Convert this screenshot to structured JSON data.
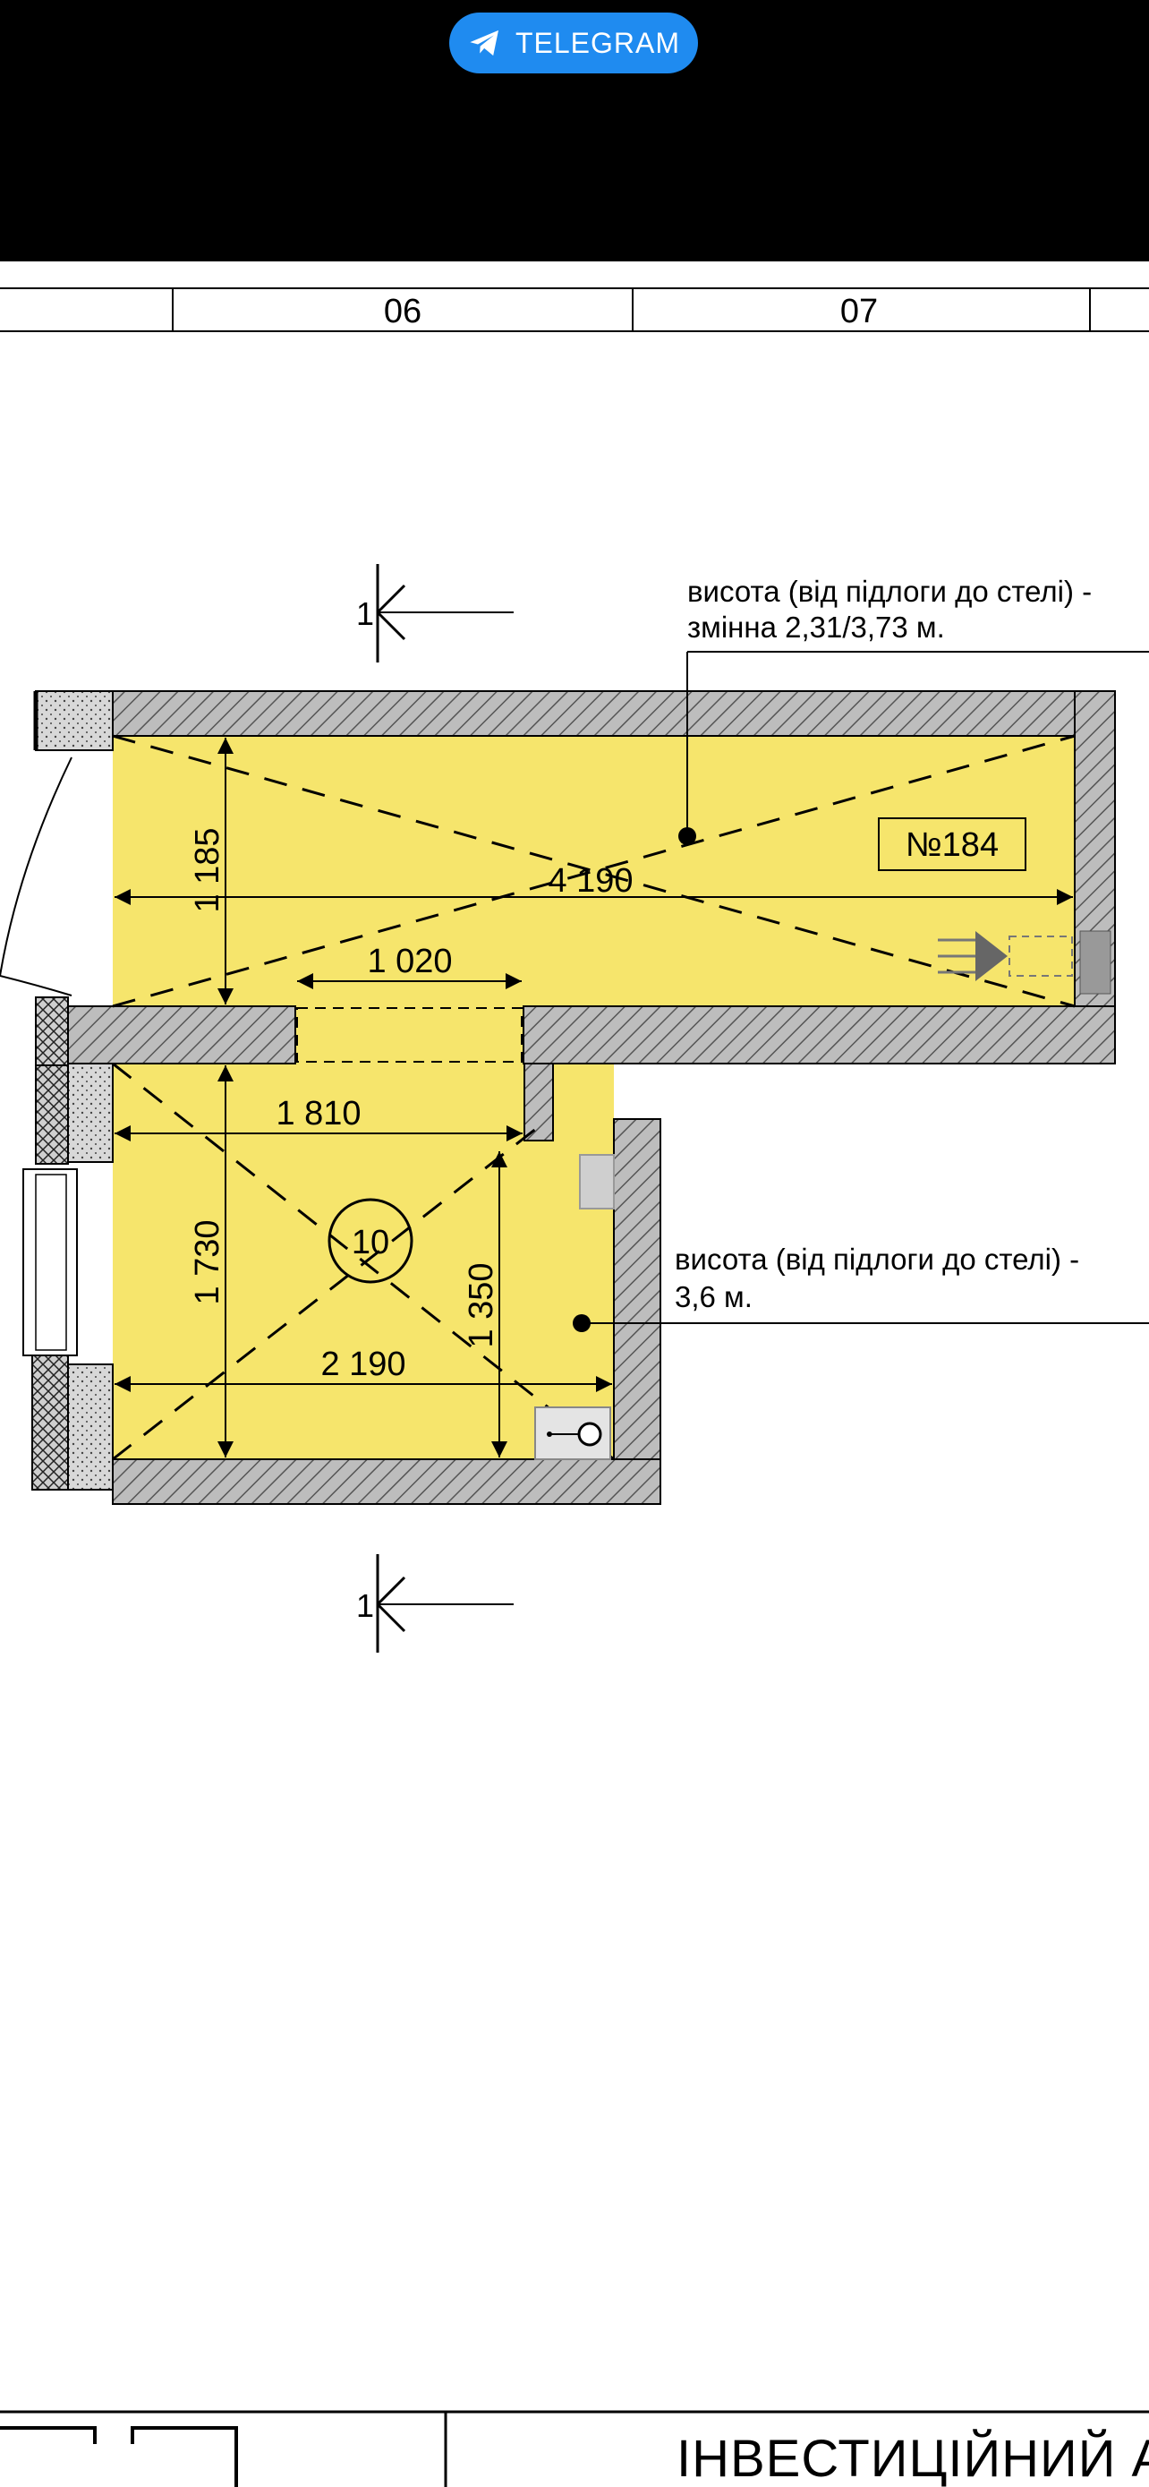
{
  "header": {
    "telegram_label": "TELEGRAM",
    "telegram_icon": "paper-plane-icon",
    "accent": "#1f8bf0",
    "bar_color": "#000000"
  },
  "grid": {
    "columns": [
      "06",
      "07"
    ]
  },
  "plan": {
    "room_fill": "#f6e56c",
    "section_mark": "1",
    "upper_room": {
      "height_note_line1": "висота (від підлоги до стелі) -",
      "height_note_line2": "змінна 2,31/3,73 м.",
      "apartment_no": "№184",
      "dims": {
        "width": "4 190",
        "depth": "1 185",
        "opening": "1 020"
      }
    },
    "lower_room": {
      "height_note_line1": "висота (від підлоги до стелі) -",
      "height_note_line2": "3,6 м.",
      "room_no": "10",
      "dims": {
        "top_width": "1 810",
        "bottom_width": "2 190",
        "depth": "1 730",
        "inner_depth": "1 350"
      }
    }
  },
  "footer": {
    "title": "ІНВЕСТИЦІЙНИЙ А"
  }
}
